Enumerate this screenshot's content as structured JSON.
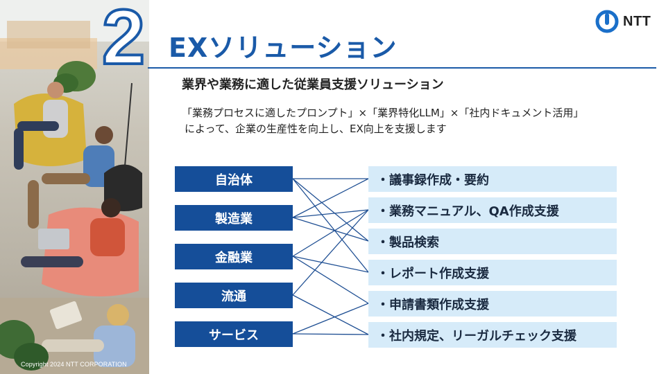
{
  "logo": {
    "text": "NTT",
    "icon": "ntt-logo-icon"
  },
  "section_number": "2",
  "title": "EXソリューション",
  "subtitle": "業界や業務に適した従業員支援ソリューション",
  "description": {
    "line1": "「業務プロセスに適したプロンプト」×「業界特化LLM」×「社内ドキュメント活用」",
    "line2": "によって、企業の生産性を向上し、EX向上を支援します"
  },
  "industries": [
    "自治体",
    "製造業",
    "金融業",
    "流通",
    "サービス"
  ],
  "solutions": [
    "・議事録作成・要約",
    "・業務マニュアル、QA作成支援",
    "・製品検索",
    "・レポート作成支援",
    "・申請書類作成支援",
    "・社内規定、リーガルチェック支援"
  ],
  "connections": [
    [
      0,
      0
    ],
    [
      0,
      2
    ],
    [
      0,
      3
    ],
    [
      1,
      0
    ],
    [
      1,
      1
    ],
    [
      1,
      2
    ],
    [
      2,
      1
    ],
    [
      2,
      3
    ],
    [
      2,
      4
    ],
    [
      3,
      1
    ],
    [
      3,
      5
    ],
    [
      4,
      4
    ],
    [
      4,
      5
    ]
  ],
  "colors": {
    "brand_blue": "#1a5aa8",
    "industry_box": "#154e99",
    "solution_box": "#d6ebf9",
    "connector": "#1f4f93"
  },
  "copyright": "Copyright 2024 NTT CORPORATION"
}
